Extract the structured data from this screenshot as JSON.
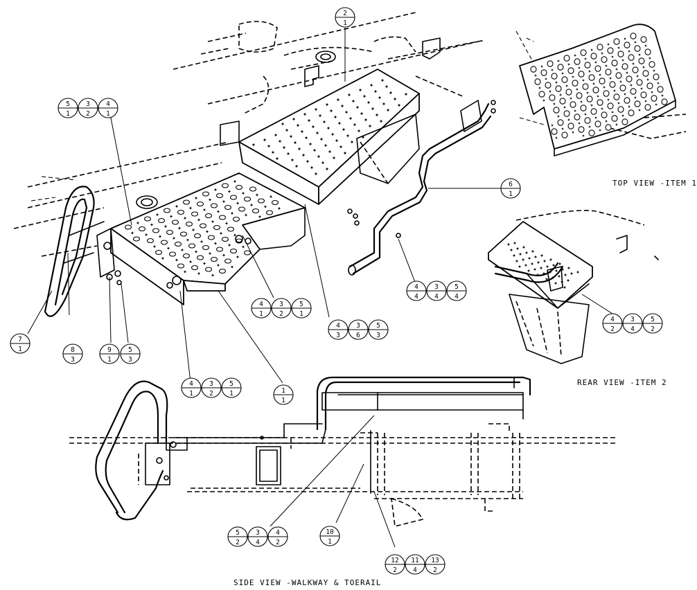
{
  "view_labels": {
    "top_view": "TOP VIEW -ITEM 1",
    "rear_view": "REAR VIEW -ITEM 2",
    "side_view": "SIDE VIEW -WALKWAY & TOERAIL"
  },
  "balloons": [
    {
      "id": "b-2-1",
      "item": "2",
      "qty": "1"
    },
    {
      "id": "b-5-1",
      "item": "5",
      "qty": "1"
    },
    {
      "id": "b-3-2",
      "item": "3",
      "qty": "2"
    },
    {
      "id": "b-4-1a",
      "item": "4",
      "qty": "1"
    },
    {
      "id": "b-6-1",
      "item": "6",
      "qty": "1"
    },
    {
      "id": "b-4-4",
      "item": "4",
      "qty": "4"
    },
    {
      "id": "b-3-4a",
      "item": "3",
      "qty": "4"
    },
    {
      "id": "b-5-4",
      "item": "5",
      "qty": "4"
    },
    {
      "id": "b-4-1b",
      "item": "4",
      "qty": "1"
    },
    {
      "id": "b-3-2b",
      "item": "3",
      "qty": "2"
    },
    {
      "id": "b-5-1b",
      "item": "5",
      "qty": "1"
    },
    {
      "id": "b-4-3",
      "item": "4",
      "qty": "3"
    },
    {
      "id": "b-3-6",
      "item": "3",
      "qty": "6"
    },
    {
      "id": "b-5-3a",
      "item": "5",
      "qty": "3"
    },
    {
      "id": "b-7-1",
      "item": "7",
      "qty": "1"
    },
    {
      "id": "b-8-3",
      "item": "8",
      "qty": "3"
    },
    {
      "id": "b-9-1",
      "item": "9",
      "qty": "1"
    },
    {
      "id": "b-5-3b",
      "item": "5",
      "qty": "3"
    },
    {
      "id": "b-4-1c",
      "item": "4",
      "qty": "1"
    },
    {
      "id": "b-3-2c",
      "item": "3",
      "qty": "2"
    },
    {
      "id": "b-5-1c",
      "item": "5",
      "qty": "1"
    },
    {
      "id": "b-1-1",
      "item": "1",
      "qty": "1"
    },
    {
      "id": "b-4-2a",
      "item": "4",
      "qty": "2"
    },
    {
      "id": "b-3-4b",
      "item": "3",
      "qty": "4"
    },
    {
      "id": "b-5-2a",
      "item": "5",
      "qty": "2"
    },
    {
      "id": "b-5-2b",
      "item": "5",
      "qty": "2"
    },
    {
      "id": "b-3-4c",
      "item": "3",
      "qty": "4"
    },
    {
      "id": "b-4-2b",
      "item": "4",
      "qty": "2"
    },
    {
      "id": "b-10-1",
      "item": "10",
      "qty": "1"
    },
    {
      "id": "b-12-2",
      "item": "12",
      "qty": "2"
    },
    {
      "id": "b-11-4",
      "item": "11",
      "qty": "4"
    },
    {
      "id": "b-13-2",
      "item": "13",
      "qty": "2"
    }
  ]
}
